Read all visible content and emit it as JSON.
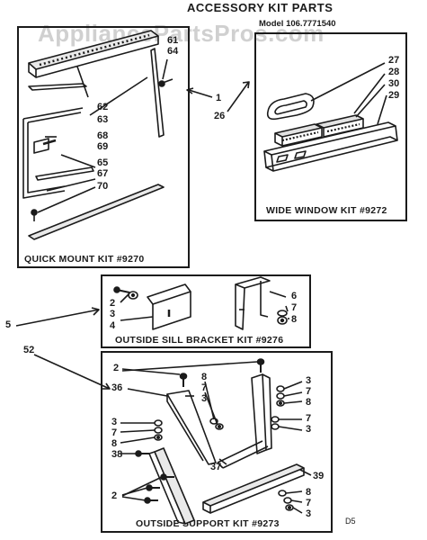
{
  "header": {
    "title": "ACCESSORY KIT PARTS",
    "model": "Model 106.7771540",
    "watermark": "AppliancePartsPros.com"
  },
  "kits": {
    "quick_mount": "QUICK MOUNT KIT #9270",
    "wide_window": "WIDE WINDOW KIT #9272",
    "sill_bracket": "OUTSIDE SILL BRACKET KIT #9276",
    "support": "OUTSIDE SUPPORT KIT #9273"
  },
  "callouts": {
    "qm_61": "61",
    "qm_64": "64",
    "qm_62": "62",
    "qm_63": "63",
    "qm_68": "68",
    "qm_69": "69",
    "qm_65": "65",
    "qm_67": "67",
    "qm_70": "70",
    "ref_1": "1",
    "ref_26": "26",
    "ww_27": "27",
    "ww_28": "28",
    "ww_30": "30",
    "ww_29": "29",
    "sb_2": "2",
    "sb_3": "3",
    "sb_4": "4",
    "sb_6": "6",
    "sb_7": "7",
    "sb_8": "8",
    "ref_5": "5",
    "ref_52": "52",
    "sk_2a": "2",
    "sk_36": "36",
    "sk_8a": "8",
    "sk_7a": "7",
    "sk_3a": "3",
    "sk_3b": "3",
    "sk_7b": "7",
    "sk_8b": "8",
    "sk_38": "38",
    "sk_3c": "3",
    "sk_8c": "8",
    "sk_7c": "7",
    "sk_3d": "3",
    "sk_37": "37",
    "sk_39": "39",
    "sk_2b": "2",
    "sk_8d": "8",
    "sk_7d": "7",
    "sk_3e": "3"
  },
  "footer": {
    "code": "D5"
  }
}
